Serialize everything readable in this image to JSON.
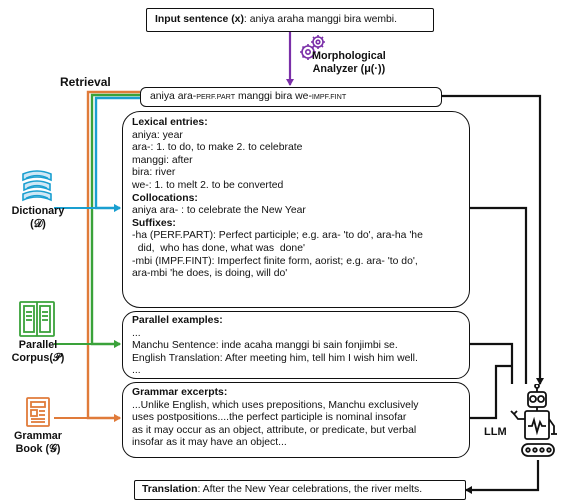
{
  "input": {
    "label": "Input sentence (x)",
    "text": ": aniya araha manggi bira wembi."
  },
  "analyzer": {
    "line1": "Morphological",
    "line2": "Analyzer (μ(·))"
  },
  "retrieval": "Retrieval",
  "analysis": {
    "w1": "aniya ara-",
    "s1": "PERF.PART",
    "w2": " manggi bira we-",
    "s2": "IMPF.FINT"
  },
  "lexical": {
    "title": "Lexical entries:",
    "lines": [
      "aniya: year",
      "ara-: 1. to do, to make 2. to celebrate",
      "manggi: after",
      "bira: river",
      "we-: 1. to melt 2. to be converted"
    ],
    "collocations_title": "Collocations:",
    "collocation": "aniya ara- : to celebrate the New Year",
    "suffixes_title": "Suffixes:",
    "suffixes": [
      "-ha (PERF.PART): Perfect participle; e.g. ara- 'to do', ara-ha 'he",
      "  did,  who has done, what was  done'",
      "-mbi (IMPF.FINT): Imperfect finite form, aorist; e.g. ara- 'to do',",
      "ara-mbi 'he does, is doing, will do'"
    ]
  },
  "parallel": {
    "title": "Parallel examples:",
    "lines": [
      "...",
      "Manchu Sentence: inde acaha manggi bi sain fonjimbi se.",
      "English Translation: After meeting him, tell him I wish him well.",
      "..."
    ]
  },
  "grammar": {
    "title": "Grammar excerpts:",
    "lines": [
      "...Unlike English, which uses prepositions, Manchu exclusively",
      "uses postpositions....the perfect participle is nominal insofar",
      "as it may occur as an object, attribute, or predicate, but verbal",
      "insofar as it may have an object..."
    ]
  },
  "sources": {
    "dictionary": {
      "line1": "Dictionary",
      "line2": "(𝒟)"
    },
    "corpus": {
      "line1": "Parallel",
      "line2": "Corpus(𝒫)"
    },
    "book": {
      "line1": "Grammar",
      "line2": "Book (𝒢)"
    }
  },
  "llm": "LLM",
  "translation": {
    "label": "Translation",
    "text": ": After the New Year celebrations, the river melts."
  },
  "colors": {
    "purple": "#7a2fa8",
    "teal": "#1a9fd0",
    "green": "#3aa23a",
    "orange": "#e07b3a"
  }
}
